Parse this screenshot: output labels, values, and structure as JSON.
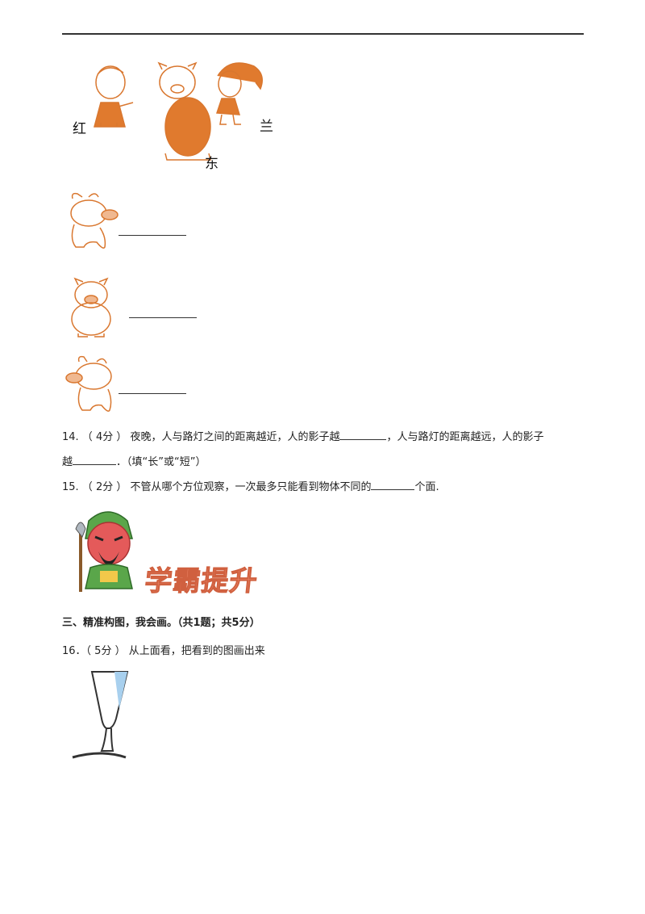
{
  "scene": {
    "labels": {
      "left": "红",
      "center": "东",
      "right": "兰"
    }
  },
  "options": [
    {
      "id": "pig-side-a",
      "answer": ""
    },
    {
      "id": "pig-front",
      "answer": ""
    },
    {
      "id": "pig-side-b",
      "answer": ""
    }
  ],
  "q14": {
    "line1_a": "14. （ 4分 ）  夜晚，人与路灯之间的距离越近，人的影子越",
    "line1_b": "，人与路灯的距离越远，人的影子",
    "line2_a": "越",
    "line2_b": "．（填“长”或“短”）"
  },
  "q15": {
    "text_a": "15. （ 2分 ）  不管从哪个方位观察，一次最多只能看到物体不同的",
    "text_b": "个面."
  },
  "banner": {
    "text": "学霸提升"
  },
  "section3": {
    "title": "三、精准构图，我会画。（共1题；共5分）"
  },
  "q16": {
    "text": "16．（ 5分 ）  从上面看，把看到的图画出来"
  },
  "colors": {
    "drawing": "#d9772f",
    "drawing_fill": "#e07a2e",
    "glass_tint": "#a8d0ee"
  }
}
